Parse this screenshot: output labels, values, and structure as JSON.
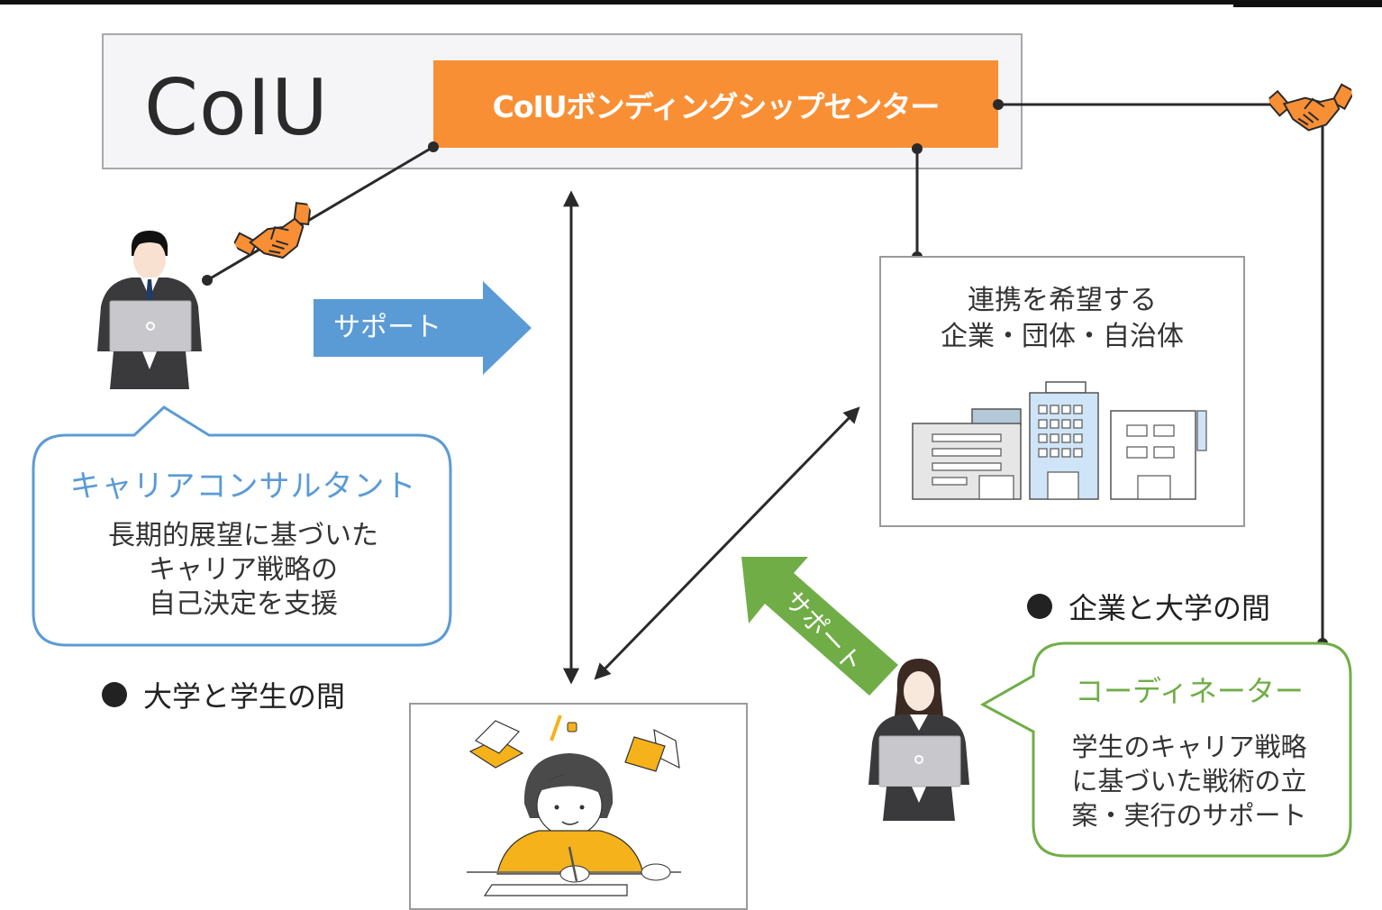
{
  "header": {
    "org_logo": "CoIU",
    "center_name": "CoIUボンディングシップセンター"
  },
  "support_arrows": {
    "blue_label": "サポート",
    "green_label": "サポート"
  },
  "career_consultant": {
    "title": "キャリアコンサルタント",
    "description_lines": [
      "長期的展望に基づいた",
      "キャリア戦略の",
      "自己決定を支援"
    ]
  },
  "partners": {
    "title_lines": [
      "連携を希望する",
      "企業・団体・自治体"
    ]
  },
  "sections": {
    "univ_student": "大学と学生の間",
    "corp_univ": "企業と大学の間"
  },
  "coordinator": {
    "title": "コーディネーター",
    "description_lines": [
      "学生のキャリア戦略",
      "に基づいた戦術の立",
      "案・実行のサポート"
    ]
  },
  "colors": {
    "accent_orange": "#f98f35",
    "support_blue": "#5b9bd5",
    "support_green": "#70ad47",
    "line_dark": "#2a2a2a"
  },
  "icons": {
    "handshake": "handshake-icon",
    "consultant": "businessman-laptop-icon",
    "coordinator": "businesswoman-laptop-icon",
    "buildings": "office-buildings-icon",
    "student": "student-studying-icon"
  }
}
